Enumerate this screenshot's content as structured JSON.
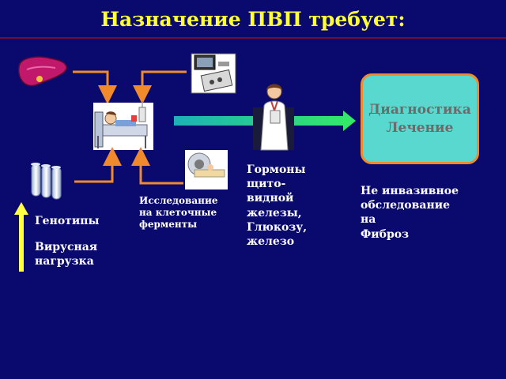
{
  "title": "Назначение ПВП требует:",
  "diagnosis_box": {
    "line1": "Диагностика",
    "line2": "Лечение"
  },
  "labels": {
    "genotypes": "Генотипы",
    "viral_load_1": "Вирусная",
    "viral_load_2": "нагрузка",
    "enzymes_1": "Исследование",
    "enzymes_2": "на клеточные",
    "enzymes_3": "ферменты",
    "hormones_1": "Гормоны",
    "hormones_2": "щито-",
    "hormones_3": "видной",
    "hormones_4": "железы,",
    "hormones_5": "Глюкозу,",
    "hormones_6": "железо",
    "noninvasive_1": "Не инвазивное",
    "noninvasive_2": "обследование",
    "noninvasive_3": "на",
    "noninvasive_4": "Фиброз"
  },
  "icons": [
    "liver-icon",
    "ultrasound-machine-icon",
    "patient-in-bed-icon",
    "test-tubes-icon",
    "mri-scanner-icon",
    "doctor-icon"
  ],
  "colors": {
    "background": "#0a0a6e",
    "title": "#ffff33",
    "arrow": "#f08a2c",
    "box_fill": "#59d8cf",
    "box_border": "#f08a2c",
    "green_arrow_start": "#1fb0b8",
    "green_arrow_end": "#33e86a",
    "up_arrow": "#ffff44"
  }
}
